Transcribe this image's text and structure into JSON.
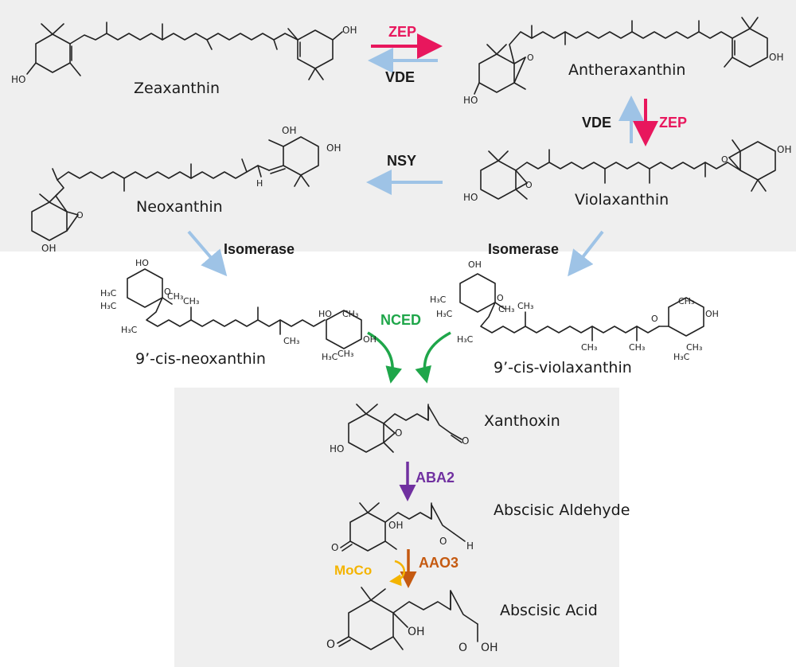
{
  "molecules": {
    "zeaxanthin": "Zeaxanthin",
    "antheraxanthin": "Antheraxanthin",
    "violaxanthin": "Violaxanthin",
    "neoxanthin": "Neoxanthin",
    "cis_neoxanthin": "9’-cis-neoxanthin",
    "cis_violaxanthin": "9’-cis-violaxanthin",
    "xanthoxin": "Xanthoxin",
    "abscisic_aldehyde": "Abscisic Aldehyde",
    "abscisic_acid": "Abscisic Acid"
  },
  "enzymes": {
    "zep_top": "ZEP",
    "vde_top": "VDE",
    "vde_right": "VDE",
    "zep_right": "ZEP",
    "nsy": "NSY",
    "isomerase_left": "Isomerase",
    "isomerase_right": "Isomerase",
    "nced": "NCED",
    "aba2": "ABA2",
    "aao3": "AAO3",
    "moco": "MoCo"
  },
  "atoms": {
    "oh": "OH",
    "ho": "HO",
    "o": "O",
    "h": "H",
    "ch3": "CH₃",
    "h3c": "H₃C"
  },
  "colors": {
    "zep": "#e8175d",
    "vde": "#9ec3e6",
    "nced": "#1fa64a",
    "aba2": "#7030a0",
    "aao3": "#c55a11",
    "moco": "#f4b400",
    "dark": "#1a1a1a",
    "panel": "#efefef"
  }
}
